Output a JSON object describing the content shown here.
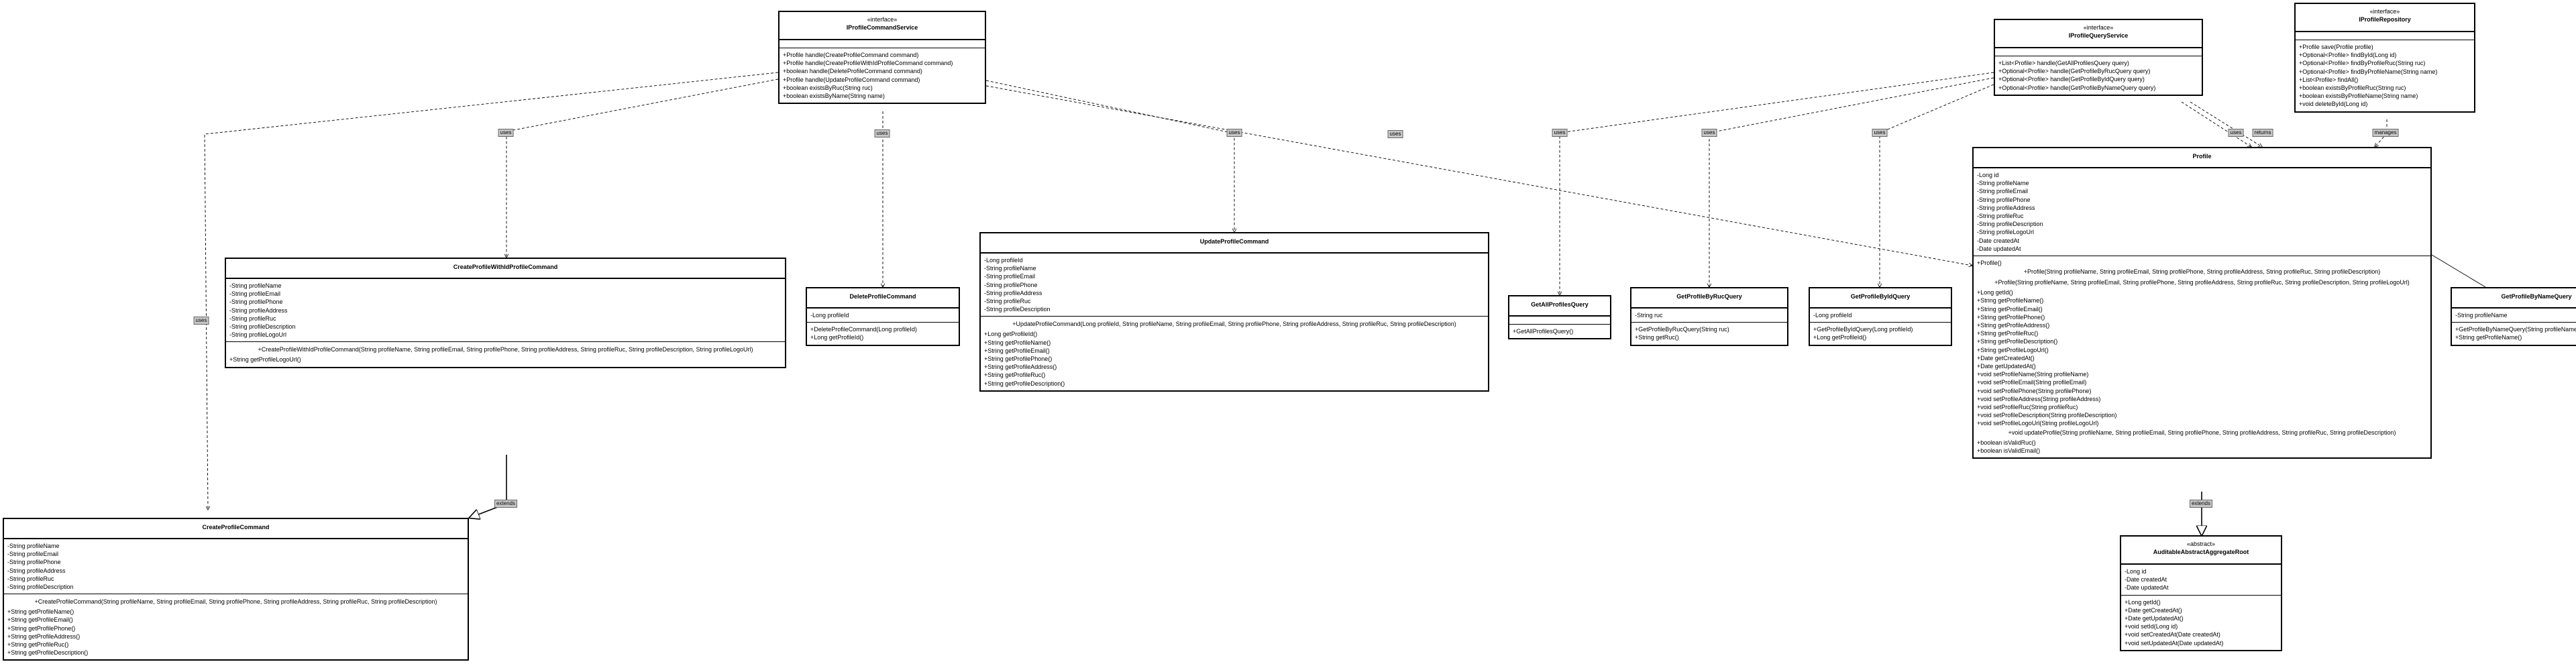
{
  "classes": [
    {
      "key": "cmdservice",
      "stereotype": "«interface»",
      "name": "IProfileCommandService",
      "fields": [],
      "methods": [
        "+Profile handle(CreateProfileCommand command)",
        "+Profile handle(CreateProfileWithIdProfileCommand command)",
        "+boolean handle(DeleteProfileCommand command)",
        "+Profile handle(UpdateProfileCommand command)",
        "+boolean existsByRuc(String ruc)",
        "+boolean existsByName(String name)"
      ]
    },
    {
      "key": "queryservice",
      "stereotype": "«interface»",
      "name": "IProfileQueryService",
      "fields": [],
      "methods": [
        "+List<Profile> handle(GetAllProfilesQuery query)",
        "+Optional<Profile> handle(GetProfileByRucQuery query)",
        "+Optional<Profile> handle(GetProfileByIdQuery query)",
        "+Optional<Profile> handle(GetProfileByNameQuery query)"
      ]
    },
    {
      "key": "repository",
      "stereotype": "«interface»",
      "name": "IProfileRepository",
      "fields": [],
      "methods": [
        "+Profile save(Profile profile)",
        "+Optional<Profile> findById(Long id)",
        "+Optional<Profile> findByProfileRuc(String ruc)",
        "+Optional<Profile> findByProfileName(String name)",
        "+List<Profile> findAll()",
        "+boolean existsByProfileRuc(String ruc)",
        "+boolean existsByProfileName(String name)",
        "+void deleteById(Long id)"
      ]
    },
    {
      "key": "createwithid",
      "stereotype": "",
      "name": "CreateProfileWithIdProfileCommand",
      "fields": [
        "-String profileName",
        "-String profileEmail",
        "-String profilePhone",
        "-String profileAddress",
        "-String profileRuc",
        "-String profileDescription",
        "-String profileLogoUrl"
      ],
      "methods": [
        "+CreateProfileWithIdProfileCommand(String profileName, String profileEmail, String profilePhone, String profileAddress, String profileRuc, String profileDescription, String profileLogoUrl)",
        "+String getProfileLogoUrl()"
      ]
    },
    {
      "key": "delete",
      "stereotype": "",
      "name": "DeleteProfileCommand",
      "fields": [
        "-Long profileId"
      ],
      "methods": [
        "+DeleteProfileCommand(Long profileId)",
        "+Long getProfileId()"
      ]
    },
    {
      "key": "update",
      "stereotype": "",
      "name": "UpdateProfileCommand",
      "fields": [
        "-Long profileId",
        "-String profileName",
        "-String profileEmail",
        "-String profilePhone",
        "-String profileAddress",
        "-String profileRuc",
        "-String profileDescription"
      ],
      "methods": [
        "+UpdateProfileCommand(Long profileId, String profileName, String profileEmail, String profilePhone, String profileAddress, String profileRuc, String profileDescription)",
        "+Long getProfileId()",
        "+String getProfileName()",
        "+String getProfileEmail()",
        "+String getProfilePhone()",
        "+String getProfileAddress()",
        "+String getProfileRuc()",
        "+String getProfileDescription()"
      ]
    },
    {
      "key": "getall",
      "stereotype": "",
      "name": "GetAllProfilesQuery",
      "fields": [],
      "methods": [
        "+GetAllProfilesQuery()"
      ]
    },
    {
      "key": "getbyruc",
      "stereotype": "",
      "name": "GetProfileByRucQuery",
      "fields": [
        "-String ruc"
      ],
      "methods": [
        "+GetProfileByRucQuery(String ruc)",
        "+String getRuc()"
      ]
    },
    {
      "key": "getbyid",
      "stereotype": "",
      "name": "GetProfileByIdQuery",
      "fields": [
        "-Long profileId"
      ],
      "methods": [
        "+GetProfileByIdQuery(Long profileId)",
        "+Long getProfileId()"
      ]
    },
    {
      "key": "profile",
      "stereotype": "",
      "name": "Profile",
      "fields": [
        "-Long id",
        "-String profileName",
        "-String profileEmail",
        "-String profilePhone",
        "-String profileAddress",
        "-String profileRuc",
        "-String profileDescription",
        "-String profileLogoUrl",
        "-Date createdAt",
        "-Date updatedAt"
      ],
      "methods": [
        "+Profile()",
        "+Profile(String profileName, String profileEmail, String profilePhone, String profileAddress, String profileRuc, String profileDescription)",
        "+Profile(String profileName, String profileEmail, String profilePhone, String profileAddress, String profileRuc, String profileDescription, String profileLogoUrl)",
        "+Long getId()",
        "+String getProfileName()",
        "+String getProfileEmail()",
        "+String getProfilePhone()",
        "+String getProfileAddress()",
        "+String getProfileRuc()",
        "+String getProfileDescription()",
        "+String getProfileLogoUrl()",
        "+Date getCreatedAt()",
        "+Date getUpdatedAt()",
        "+void setProfileName(String profileName)",
        "+void setProfileEmail(String profileEmail)",
        "+void setProfilePhone(String profilePhone)",
        "+void setProfileAddress(String profileAddress)",
        "+void setProfileRuc(String profileRuc)",
        "+void setProfileDescription(String profileDescription)",
        "+void setProfileLogoUrl(String profileLogoUrl)",
        "+void updateProfile(String profileName, String profileEmail, String profilePhone, String profileAddress, String profileRuc, String profileDescription)",
        "+boolean isValidRuc()",
        "+boolean isValidEmail()"
      ]
    },
    {
      "key": "getbyname",
      "stereotype": "",
      "name": "GetProfileByNameQuery",
      "fields": [
        "-String profileName"
      ],
      "methods": [
        "+GetProfileByNameQuery(String profileName)",
        "+String getProfileName()"
      ]
    },
    {
      "key": "create",
      "stereotype": "",
      "name": "CreateProfileCommand",
      "fields": [
        "-String profileName",
        "-String profileEmail",
        "-String profilePhone",
        "-String profileAddress",
        "-String profileRuc",
        "-String profileDescription"
      ],
      "methods": [
        "+CreateProfileCommand(String profileName, String profileEmail, String profilePhone, String profileAddress, String profileRuc, String profileDescription)",
        "+String getProfileName()",
        "+String getProfileEmail()",
        "+String getProfilePhone()",
        "+String getProfileAddress()",
        "+String getProfileRuc()",
        "+String getProfileDescription()"
      ]
    },
    {
      "key": "aggregate",
      "stereotype": "«abstract»",
      "name": "AuditableAbstractAggregateRoot",
      "fields": [
        "-Long id",
        "-Date createdAt",
        "-Date updatedAt"
      ],
      "methods": [
        "+Long getId()",
        "+Date getCreatedAt()",
        "+Date getUpdatedAt()",
        "+void setId(Long id)",
        "+void setCreatedAt(Date createdAt)",
        "+void setUpdatedAt(Date updatedAt)"
      ]
    }
  ],
  "relations": [
    {
      "from": "cmdservice",
      "to": "createwithid",
      "label": "uses",
      "kind": "dependency"
    },
    {
      "from": "cmdservice",
      "to": "delete",
      "label": "uses",
      "kind": "dependency"
    },
    {
      "from": "cmdservice",
      "to": "update",
      "label": "uses",
      "kind": "dependency"
    },
    {
      "from": "cmdservice",
      "to": "profile",
      "label": "returns",
      "kind": "dependency"
    },
    {
      "from": "cmdservice",
      "to": "create",
      "label": "uses",
      "kind": "dependency"
    },
    {
      "from": "createwithid",
      "to": "create",
      "label": "extends",
      "kind": "inheritance"
    },
    {
      "from": "queryservice",
      "to": "getall",
      "label": "uses",
      "kind": "dependency"
    },
    {
      "from": "queryservice",
      "to": "getbyruc",
      "label": "uses",
      "kind": "dependency"
    },
    {
      "from": "queryservice",
      "to": "getbyid",
      "label": "uses",
      "kind": "dependency"
    },
    {
      "from": "queryservice",
      "to": "profile",
      "label": "uses",
      "kind": "dependency"
    },
    {
      "from": "queryservice",
      "to": "profile",
      "label": "returns",
      "kind": "dependency"
    },
    {
      "from": "repository",
      "to": "profile",
      "label": "manages",
      "kind": "dependency"
    },
    {
      "from": "profile",
      "to": "getbyname",
      "label": "",
      "kind": "association"
    },
    {
      "from": "profile",
      "to": "aggregate",
      "label": "extends",
      "kind": "inheritance"
    }
  ]
}
